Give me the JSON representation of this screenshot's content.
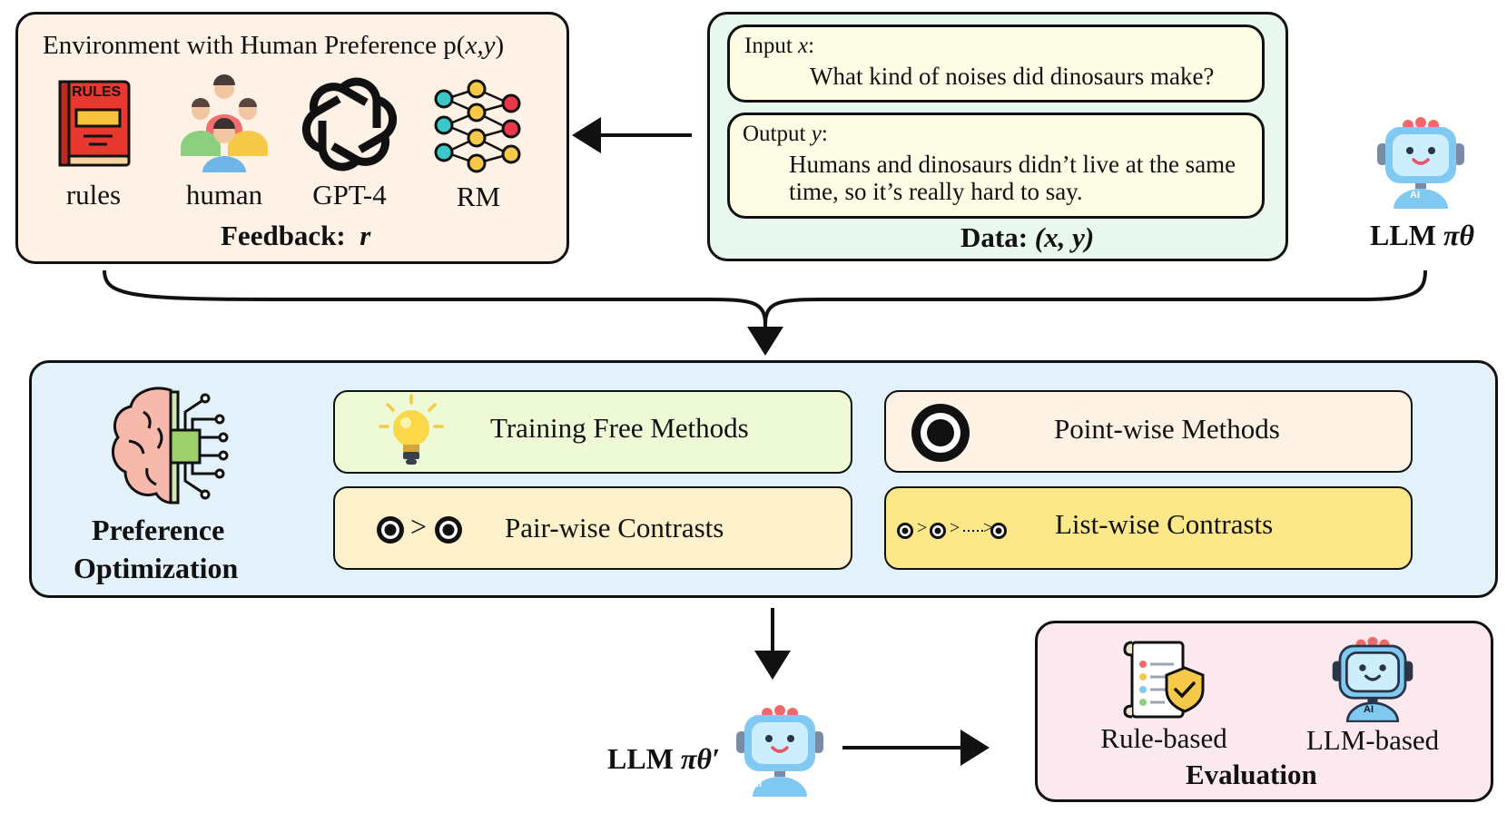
{
  "colors": {
    "feedback_bg": "#fdf2e5",
    "data_bg": "#e8f8ee",
    "inner_bg": "#fdfde6",
    "po_bg": "#e3f1fb",
    "training_free_bg": "#eef9d5",
    "point_wise_bg": "#fdf2e3",
    "pair_wise_bg": "#fdf1cb",
    "list_wise_bg": "#fce888",
    "eval_bg": "#fbe9ef"
  },
  "feedback": {
    "title_pre": "Environment with Human Preference p(",
    "title_var": "x,y",
    "title_post": ")",
    "items": [
      {
        "icon": "rules-book-icon",
        "label": "rules",
        "icon_text": "RULES"
      },
      {
        "icon": "human-group-icon",
        "label": "human"
      },
      {
        "icon": "openai-logo-icon",
        "label": "GPT-4"
      },
      {
        "icon": "reward-model-network-icon",
        "label": "RM"
      }
    ],
    "caption": "Feedback:",
    "caption_var": "r"
  },
  "data": {
    "input_label": "Input",
    "input_var": "x",
    "input_text": "What kind of noises did dinosaurs make?",
    "output_label": "Output",
    "output_var": "y",
    "output_line1": "Humans and dinosaurs didn’t live at the same",
    "output_line2": "time, so it’s really hard to say.",
    "caption": "Data:",
    "caption_var": "(x, y)"
  },
  "llm_top": {
    "label": "LLM",
    "symbol": "πθ",
    "icon": "robot-icon",
    "badge": "AI"
  },
  "preference_optimization": {
    "title_line1": "Preference",
    "title_line2": "Optimization",
    "icon": "brain-chip-icon",
    "methods": {
      "training_free": {
        "label": "Training Free Methods",
        "icon": "lightbulb-icon"
      },
      "point_wise": {
        "label": "Point-wise Methods",
        "icon": "target-circle-icon"
      },
      "pair_wise": {
        "label": "Pair-wise Contrasts",
        "icon": "pair-compare-icon",
        "symbol": ">"
      },
      "list_wise": {
        "label": "List-wise Contrasts",
        "icon": "list-compare-icon",
        "symbol": ">"
      }
    }
  },
  "llm_bottom": {
    "label": "LLM",
    "symbol": "πθ′",
    "icon": "robot-icon",
    "badge": "AI"
  },
  "evaluation": {
    "items": [
      {
        "icon": "document-shield-icon",
        "label": "Rule-based"
      },
      {
        "icon": "robot-icon",
        "label": "LLM-based",
        "badge": "AI"
      }
    ],
    "caption": "Evaluation"
  }
}
